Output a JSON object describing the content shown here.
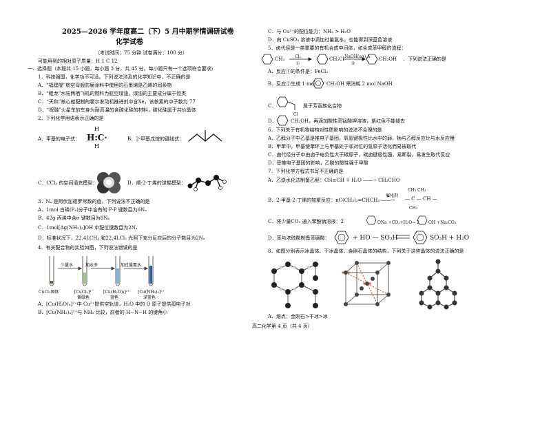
{
  "header": {
    "title": "2025—2026 学年度高二（下）5 月中期学情调研试卷",
    "subject": "化学试卷",
    "exam_info": "（考试时间：75 分钟    试卷满分：100 分）",
    "atomic_mass": "可能用到的相对原子质量：H 1    C    12",
    "section1": "一、选择题（本题共 15 小题，每小题 3 分，共 45 分。每小题只有一个选项符合要求）"
  },
  "left": {
    "q1": {
      "stem": "1．科技强国，化学功不可没。下列说法涉及的化学知识中，不正确的是",
      "A": "A．“福建舰”航空母舰防腐涂料中使用的石墨烯是乙烯的同系物",
      "B": "B．“鲲龙”水陆两栖飞机的燃料为航空煤油，煤油的主要成分属于烃类",
      "C": "C．“天和”核心舱配制的霍尔发动机推进剂中含Xe，该核素的中子数为 77",
      "D": "D．“祝融”火星车的车身为耐高温的含碳化硅的材料，碳化硅属于共价晶体"
    },
    "q2": {
      "stem": "2．下列化学用语表示正确的是",
      "A": "A．甲基的电子式：",
      "B": "B．2-甲基戊烷的键线式：",
      "C": "C．CCl₄ 的空间填充模型：",
      "D": "D．顺-2-丁烯的球棍模型：",
      "methyl_H_top": "H",
      "methyl_line": "H:C·",
      "methyl_H_bot": "H"
    },
    "q3": {
      "stem": "3．Nₐ 是阿伏加德罗常数的值，下列说法不正确的是",
      "A": "A．1mol 白磷(P₄)分子中含有的 P-P 键数目为6Nₐ",
      "B": "B．42g 丙烯中含σ 键数目为8Nₐ",
      "C": "C．1mol[Ag(NH₃)₂]OH 中配位键数目为2Nₐ",
      "D": "D．标准状况下，22.4LCH₄ 和22.4LCl₂ 光照下充分反应后的分子数目为2Nₐ"
    },
    "q4": {
      "stem": "4．有关配合物的实验如图，下列说法错误的是",
      "arrow1": "少量水",
      "arrow2": "加水多",
      "arrow3": "加过量氨水",
      "tube1": "CuCl₂固体",
      "tube2a": "[CuCl₄]²⁻",
      "tube2b": "黄绿色",
      "tube3a": "[Cu(H₂O)₄]²⁺",
      "tube3b": "蓝色",
      "tube4a": "[Cu(NH₃)₄]²⁺",
      "tube4b": "深蓝色",
      "A": "A．[Cu(H₂O)₄]²⁺中 Cu²⁺提供空轨道，H₂O 中的 O 原子提供孤电子对",
      "B": "B．[Cu(NH₃)₄]²⁺与 NH₃ 比较，前者的 H−N−H 的键角小"
    }
  },
  "right": {
    "q4_cont": {
      "C": "C．与 Cu²⁺的配位能力：NH₃ > H₂O",
      "D": "D．向 CuSO₄ 溶液中滴加过量氨水，也能得到深蓝色溶液"
    },
    "q5": {
      "stem": "5．卤代烃是一类重要的有机合成中间体，如合成苯甲醇的流程：",
      "r1": "CH₃",
      "cond1": "Cl₂",
      "cond1b": "①",
      "r2": "CH₂Cl",
      "cond2": "NaOH(aq),Δ",
      "cond2b": "②",
      "r3": "CH₂OH",
      "tail": "．下列说法正确的是",
      "A": "A．反应①的条件是：FeCl₃",
      "B1": "B．反应②生成 1 mol",
      "B2": "CH₂OH 需消耗 2 mol NaOH",
      "C1": "C．",
      "C2": "属于芳香族化合物",
      "C_Cl": "Cl",
      "D1": "D．",
      "D2": "CH₂OH，再滴加酸性高锰酸钾溶液，紫红色不能褪去"
    },
    "q6": {
      "stem": "6．下列关于有机物结构对性质影响的说法不合理的是",
      "A": "A．乙醇分子中乙基是推电子基团，氧氢键极性比水中的弱，钠与乙醇反应比与水反应慢",
      "B": "B．甲苯中，甲基使苯环上与甲基处于邻对位的氢原子活化而易被取代",
      "C": "C．卤代烃分子中由卤子电负性大于碳原子，碳卤键极性强，易断裂，易发生取代反应",
      "D": "D．受推电子基团的影响，乙酸的酸性强于甲酸"
    },
    "q7": {
      "stem": "7．下列化学方程式书写不正确的是",
      "A": "A．乙炔水化法制备乙醛：CH≡CH + H₂O ——→ CH₃CHO",
      "B": "B．2-甲基-2-丁烯的加聚反应：nC(CH₃)₂=CHCH₃ ——→",
      "B_cat": "催化剂",
      "B_p1": "CH₃ CH₃",
      "B_p2": "— C — CH —",
      "B_p3": "CH₃",
      "C": "C．将少量CO₂ 通入苯酚钠溶液：2",
      "C_mid": "ONa +CO₂+H₂O→ 2",
      "C_end": "OH +Na₂CO₃",
      "D": "D．苯与浓硫酸制备苯磺酸：",
      "D_mid": "+ HO — SO₃H",
      "D_end": "SO₃H + H₂O"
    },
    "q8": {
      "stem": "8．如图分别表示冰晶体、干冰晶体、金刚石晶体的结构，下列关于这些晶体的说法正确的是",
      "A": "A．熔点：金刚石>干冰>冰"
    }
  },
  "footer": {
    "page": "高二化学第 4 页（共 4 页）"
  }
}
